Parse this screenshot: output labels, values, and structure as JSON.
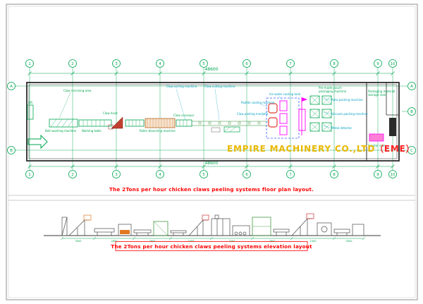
{
  "sheet": {
    "company": {
      "name": "EMPIRE MACHINERY CO.,LTD",
      "suffix": "（EME）"
    },
    "titles": {
      "plan": "The 2Tons per hour chicken claws peeling systems floor plan layout.",
      "elevation": "The 2Tons per hour chicken claws peeling systems elevation layout"
    },
    "dimensions": {
      "overall_top": "48600",
      "overall_bottom": "48600"
    },
    "grid": {
      "columns": [
        "1",
        "2",
        "3",
        "4",
        "5",
        "6",
        "7",
        "8",
        "9",
        "10"
      ],
      "left_rows": [
        "A",
        "B"
      ],
      "right_rows": [
        "A",
        "B",
        "C"
      ]
    },
    "plan_labels": [
      "Lift",
      "Claw receiving area",
      "Belt washing machine",
      "Working table",
      "Claw hoist",
      "Roller blanching machine",
      "Claw conveyor",
      "Claw sorting machine",
      "Claw cutting machine",
      "Claw peeling machine",
      "Paddle cooling machine",
      "Ice water cooling tank",
      "Auto packing machine",
      "Vacuum packing machine",
      "Metal detector",
      "Pre-made pouch",
      "packaging machine",
      "Packaging material",
      "storage room",
      "Control room"
    ],
    "elevation_dims": [
      "3000",
      "2600",
      "2800",
      "2400",
      "3200",
      "2600",
      "2400",
      "3000"
    ],
    "colors": {
      "grid_green": "#00a651",
      "title_red": "#ff0000",
      "company_yellow": "#e8b800",
      "equipment_magenta": "#ff00ff",
      "equipment_red": "#e53935",
      "equipment_cyan": "#00a0c0",
      "accent_orange": "#e07820",
      "wall_dark": "#2b2b2b",
      "frame_gray": "#8f8f8f",
      "dashed_blue": "#3a5bff"
    }
  }
}
